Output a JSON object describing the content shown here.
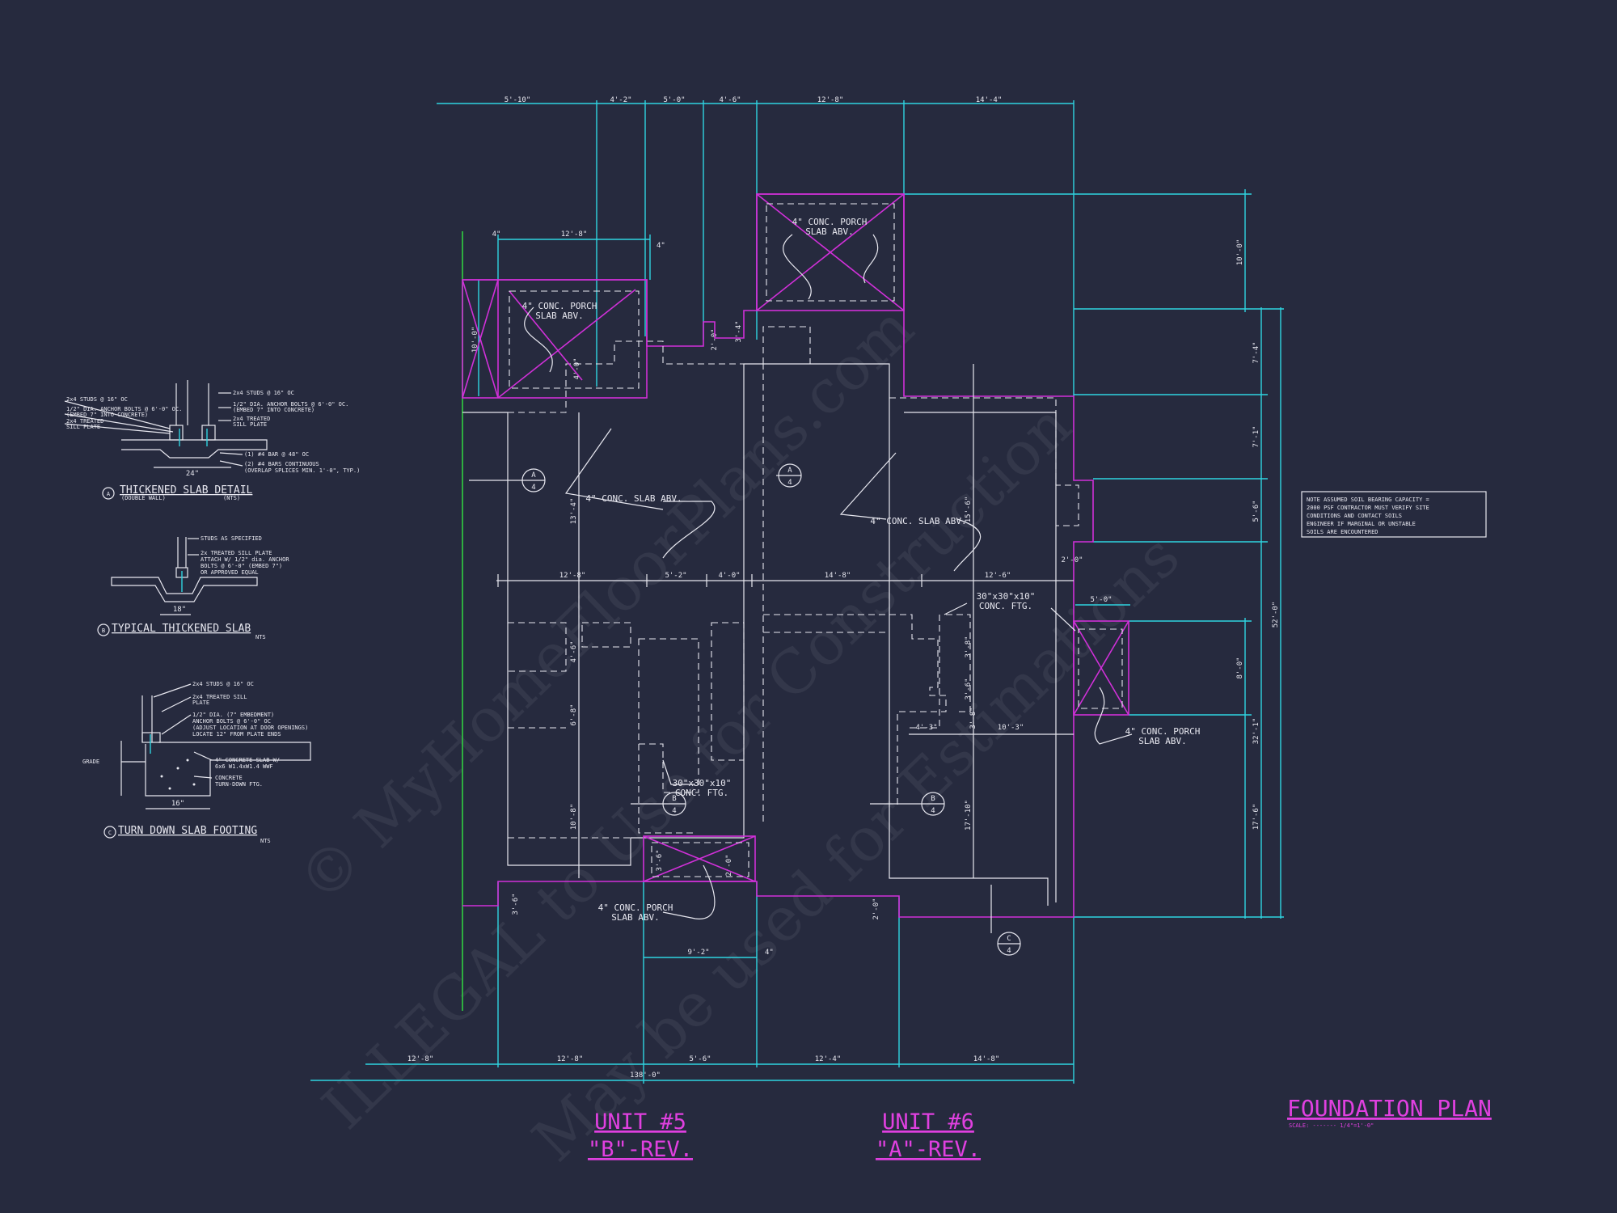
{
  "sheet": {
    "title": "FOUNDATION PLAN",
    "scale": "SCALE: ------- 1/4\"=1'-0\"",
    "colors": {
      "background": "#262a3e",
      "dimension": "#2fd4e0",
      "porch": "#d030d8",
      "linework": "#e8e8f0",
      "property": "#30d040",
      "title": "#e040e0"
    }
  },
  "units": [
    {
      "name": "UNIT #5",
      "rev": "\"B\"-REV."
    },
    {
      "name": "UNIT #6",
      "rev": "\"A\"-REV."
    }
  ],
  "note": [
    "NOTE ASSUMED SOIL BEARING CAPACITY =",
    "2000 PSF CONTRACTOR MUST VERIFY SITE",
    "CONDITIONS AND CONTACT SOILS",
    "ENGINEER IF MARGINAL OR UNSTABLE",
    "SOILS ARE ENCOUNTERED"
  ],
  "watermark": {
    "line1": "© MyHomeFloorPlans.com",
    "line2": "ILLEGAL to Use for Construction",
    "line3": "May be used for Estimations"
  },
  "details": {
    "a": {
      "marker": "A",
      "title": "THICKENED SLAB DETAIL",
      "sub": "(DOUBLE WALL)",
      "nts": "(NTS)",
      "notes": [
        "2x4 STUDS @ 16\" OC",
        "1/2\" DIA. ANCHOR BOLTS @ 6'-0\" OC.",
        "(EMBED 7\" INTO CONCRETE)",
        "2x4 TREATED",
        "SILL PLATE",
        "2x4 STUDS @ 16\" OC",
        "1/2\" DIA. ANCHOR BOLTS @ 6'-0\" OC.",
        "(EMBED 7\" INTO CONCRETE)",
        "2x4 TREATED",
        "SILL PLATE",
        "(1) #4 BAR @ 48\" OC",
        "(2) #4 BARS CONTINUOUS",
        "(OVERLAP SPLICES MIN. 1'-0\", TYP.)"
      ],
      "width": "24\""
    },
    "b": {
      "marker": "B",
      "title": "TYPICAL THICKENED SLAB",
      "nts": "NTS",
      "notes": [
        "STUDS AS SPECIFIED",
        "2x TREATED SILL PLATE",
        "ATTACH W/ 1/2\" dia. ANCHOR",
        "BOLTS @ 6'-0\" (EMBED 7\")",
        "OR APPROVED EQUAL"
      ],
      "width": "18\""
    },
    "c": {
      "marker": "C",
      "title": "TURN DOWN SLAB FOOTING",
      "nts": "NTS",
      "notes": [
        "2x4 STUDS @ 16\" OC",
        "2x4 TREATED SILL",
        "PLATE",
        "1/2\" DIA. (7\" EMBEDMENT)",
        "ANCHOR BOLTS @ 6'-0\" OC",
        "(ADJUST LOCATION AT DOOR OPENINGS)",
        "LOCATE 12\" FROM PLATE ENDS",
        "4\" CONCRETE SLAB W/",
        "6x6 W1.4xW1.4 WWF",
        "CONCRETE",
        "TURN-DOWN FTG.",
        "GRADE"
      ],
      "width": "16\""
    }
  },
  "labels": {
    "porch1": [
      "4\" CONC. PORCH",
      "SLAB ABV."
    ],
    "porch2": [
      "4\" CONC. PORCH",
      "SLAB ABV."
    ],
    "porch3": [
      "4\" CONC. PORCH",
      "SLAB ABV."
    ],
    "porch4": [
      "4\" CONC. PORCH",
      "SLAB ABV."
    ],
    "slab1": "4\" CONC. SLAB ABV.",
    "slab2": "4\" CONC. SLAB ABV.",
    "ftg1": [
      "30\"x30\"x10\"",
      "CONC. FTG."
    ],
    "ftg2": [
      "30\"x30\"x10\"",
      "CONC. FTG."
    ]
  },
  "sections": [
    {
      "letter": "A",
      "num": "4"
    },
    {
      "letter": "A",
      "num": "4"
    },
    {
      "letter": "B",
      "num": "4"
    },
    {
      "letter": "B",
      "num": "4"
    },
    {
      "letter": "C",
      "num": "4"
    }
  ],
  "dims": {
    "top": [
      "5'-10\"",
      "4'-2\"",
      "5'-0\"",
      "4'-6\"",
      "12'-8\"",
      "14'-4\""
    ],
    "bottom": [
      "12'-8\"",
      "12'-8\"",
      "5'-6\"",
      "12'-4\"",
      "14'-8\""
    ],
    "overall": "138'-0\"",
    "right_outer": "52'-0\"",
    "right": [
      "10'-0\"",
      "7'-4\"",
      "7'-1\"",
      "5'-6\"",
      "8'-0\"",
      "17'-6\"",
      "32'-1\""
    ],
    "mid_row": [
      "12'-8\"",
      "5'-2\"",
      "4'-0\"",
      "14'-8\"",
      "12'-6\""
    ],
    "misc": [
      "12'-8\"",
      "4\"",
      "4\"",
      "10'-0\"",
      "2'-0\"",
      "3'-4\"",
      "4'-0\"",
      "13'-4\"",
      "15'-6\"",
      "4'-6\"",
      "6'-8\"",
      "10'-8\"",
      "3'-8\"",
      "3'-6\"",
      "2'-0\"",
      "17'-10\"",
      "2'-0\"",
      "9'-2\"",
      "4\"",
      "3'-6\"",
      "4'-3\"",
      "10'-3\"",
      "3'-6\"",
      "3'-8\"",
      "5'-0\"",
      "2'-0\""
    ]
  }
}
